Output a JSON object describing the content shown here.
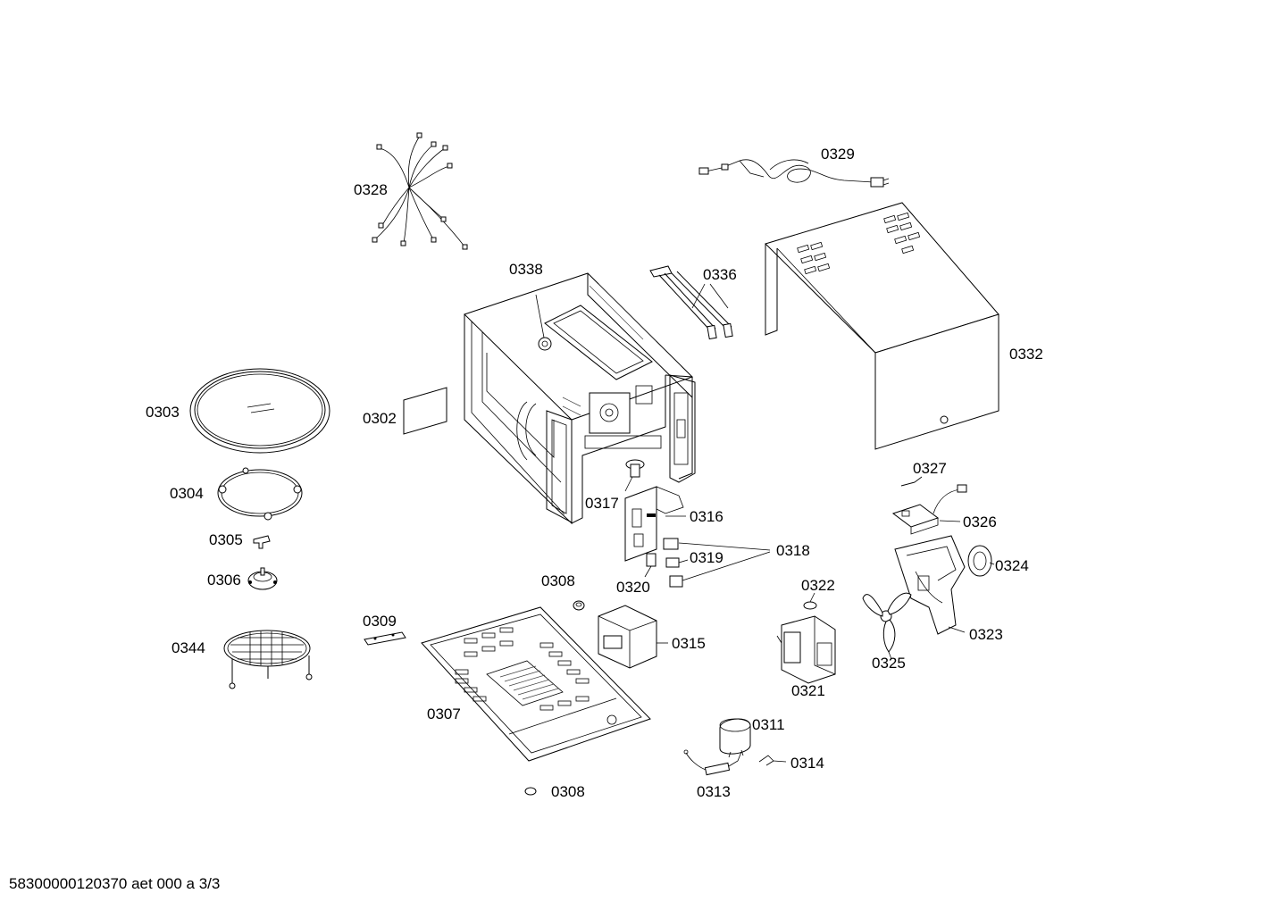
{
  "diagram": {
    "labels": {
      "p0328": "0328",
      "p0329": "0329",
      "p0338": "0338",
      "p0336": "0336",
      "p0332": "0332",
      "p0303": "0303",
      "p0302": "0302",
      "p0304": "0304",
      "p0305": "0305",
      "p0306": "0306",
      "p0344": "0344",
      "p0317": "0317",
      "p0316": "0316",
      "p0318": "0318",
      "p0319": "0319",
      "p0320": "0320",
      "p0327": "0327",
      "p0326": "0326",
      "p0324": "0324",
      "p0323": "0323",
      "p0325": "0325",
      "p0322": "0322",
      "p0321": "0321",
      "p0308_top": "0308",
      "p0309": "0309",
      "p0315": "0315",
      "p0307": "0307",
      "p0311": "0311",
      "p0314": "0314",
      "p0313": "0313",
      "p0308_bottom": "0308"
    }
  },
  "footer": {
    "document_id": "58300000120370 aet 000 a 3/3"
  }
}
